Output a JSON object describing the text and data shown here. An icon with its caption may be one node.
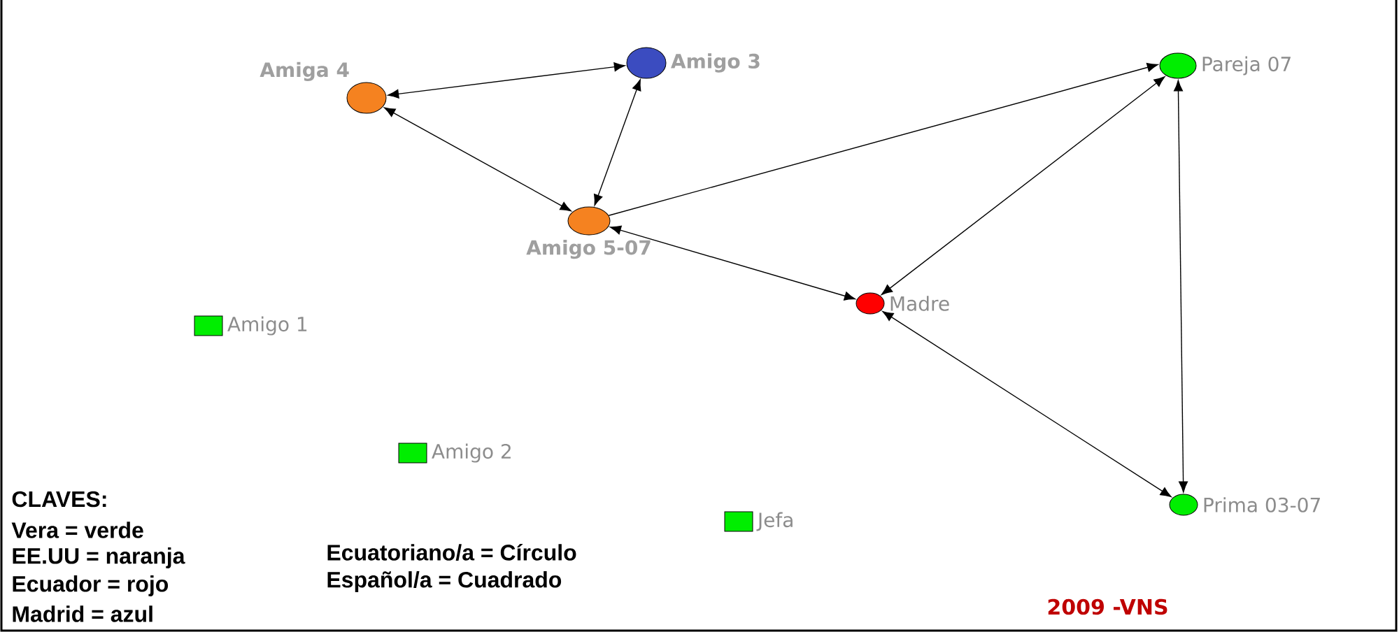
{
  "diagram": {
    "nodes": [
      {
        "text": [
          "Amiga 4"
        ]
      },
      {
        "text": [
          "Amigo 3"
        ]
      },
      {
        "text": [
          "Pareja 07"
        ]
      },
      {
        "text": [
          "Amigo 5-07"
        ]
      },
      {
        "text": [
          "Madre"
        ]
      },
      {
        "text": [
          "Amigo 1"
        ]
      },
      {
        "text": [
          "Amigo 2"
        ]
      },
      {
        "text": [
          "Jefa"
        ]
      },
      {
        "text": [
          "Prima 03-07"
        ]
      }
    ],
    "edges": [
      {
        "from": 0,
        "to": 1,
        "arrow": "both"
      },
      {
        "from": 0,
        "to": 3,
        "arrow": "both"
      },
      {
        "from": 1,
        "to": 3,
        "arrow": "both"
      },
      {
        "from": 3,
        "to": 2,
        "arrow": "to"
      },
      {
        "from": 3,
        "to": 4,
        "arrow": "both"
      },
      {
        "from": 4,
        "to": 2,
        "arrow": "both"
      },
      {
        "from": 2,
        "to": 8,
        "arrow": "both"
      },
      {
        "from": 4,
        "to": 8,
        "arrow": "both"
      }
    ],
    "labels": [
      "CLAVES:",
      "Vera = verde",
      "EE.UU = naranja",
      "Ecuador = rojo",
      "Madrid = azul",
      "Ecuatoriano/a = Círculo",
      "Español/a = Cuadrado",
      "2009 -VNS"
    ]
  }
}
